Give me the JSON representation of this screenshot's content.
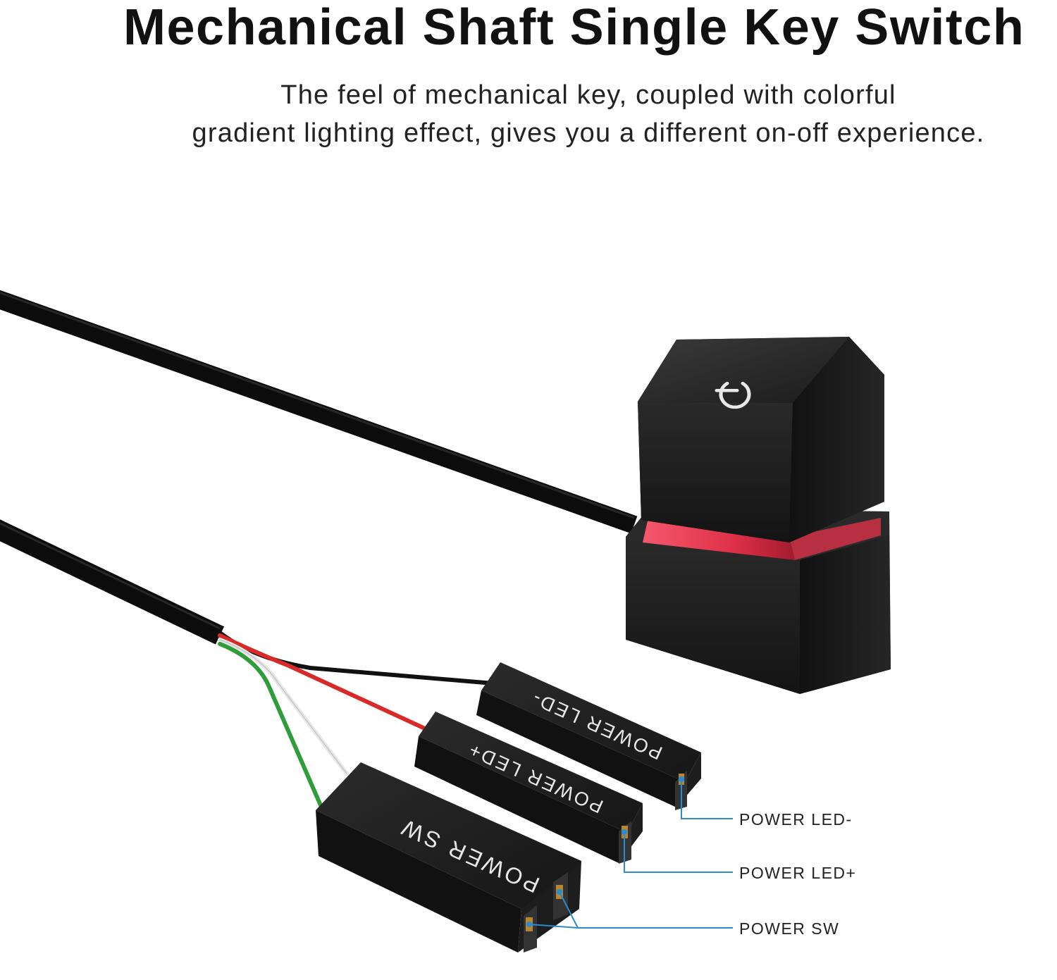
{
  "header": {
    "title": "Mechanical Shaft Single Key Switch",
    "subtitle_line1": "The feel of mechanical key, coupled with colorful",
    "subtitle_line2": "gradient lighting effect, gives you a different on-off experience."
  },
  "connectors": [
    {
      "print": "POWER LED-",
      "callout": "POWER LED-"
    },
    {
      "print": "POWER LED+",
      "callout": "POWER LED+"
    },
    {
      "print": "POWER SW",
      "callout": "POWER SW"
    }
  ],
  "colors": {
    "cable": "#111111",
    "key_body": "#1a1a1a",
    "light_ring": "#e8314a",
    "wire_red": "#d92a2a",
    "wire_green": "#2f9e3a",
    "wire_white": "#f2f2f2",
    "callout_line": "#2a8ccf",
    "pin_gold": "#b8862f"
  },
  "icons": {
    "keycap_symbol": "power-icon"
  }
}
